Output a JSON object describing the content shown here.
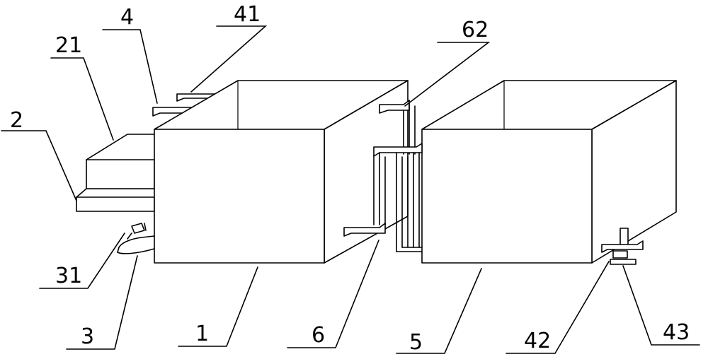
{
  "labels": {
    "l2": "2",
    "l21": "21",
    "l4": "4",
    "l41": "41",
    "l62": "62",
    "l31": "31",
    "l3": "3",
    "l1": "1",
    "l6": "6",
    "l5": "5",
    "l42": "42",
    "l43": "43"
  }
}
